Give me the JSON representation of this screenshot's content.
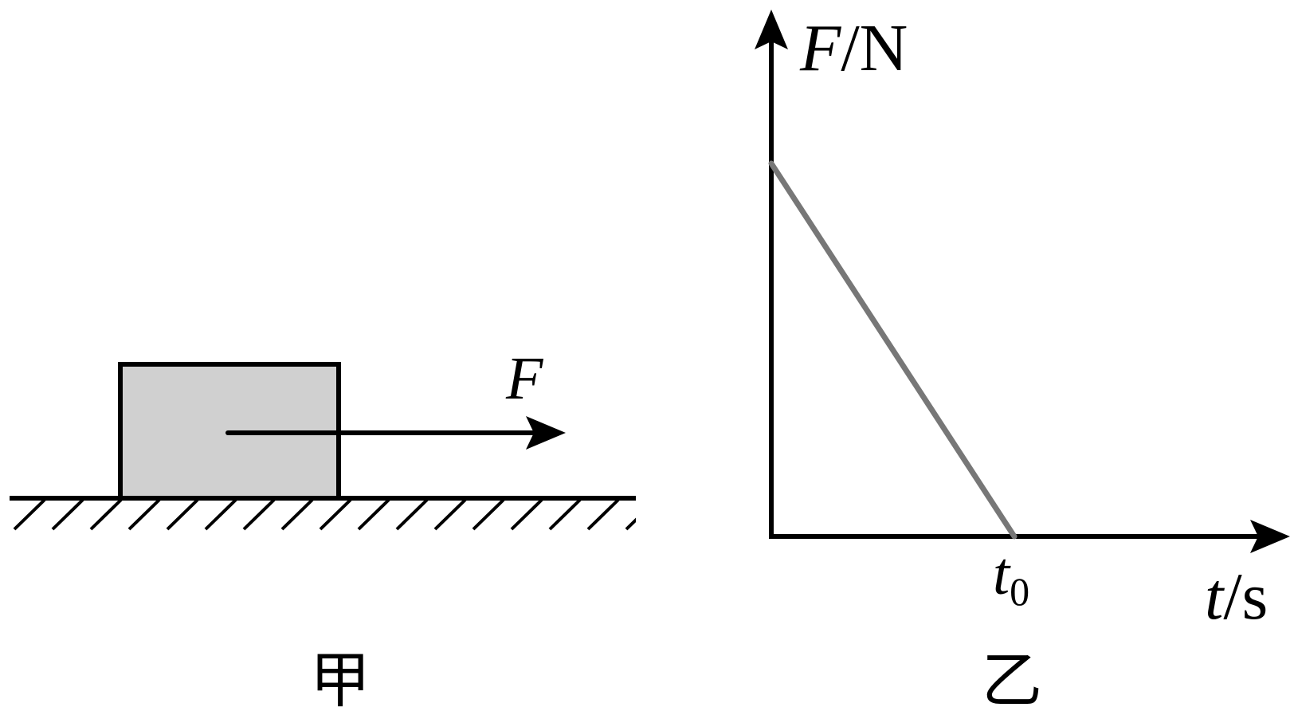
{
  "figure_jia": {
    "force_label": "F",
    "caption": "甲"
  },
  "figure_yi": {
    "y_axis_label_var": "F",
    "y_axis_label_unit": "/N",
    "x_axis_label_var": "t",
    "x_axis_label_unit": "/s",
    "t0_var": "t",
    "t0_sub": "0",
    "caption": "乙"
  },
  "colors": {
    "block_fill": "#d0d0d0",
    "line_gray": "#777777",
    "ink": "#000000"
  },
  "chart_data": {
    "type": "line",
    "xlabel": "t/s",
    "ylabel": "F/N",
    "series": [
      {
        "points": [
          [
            "0",
            "F_max"
          ],
          [
            "t0",
            "0"
          ]
        ]
      }
    ],
    "x_ticks": [
      "t0"
    ],
    "grid": false
  }
}
